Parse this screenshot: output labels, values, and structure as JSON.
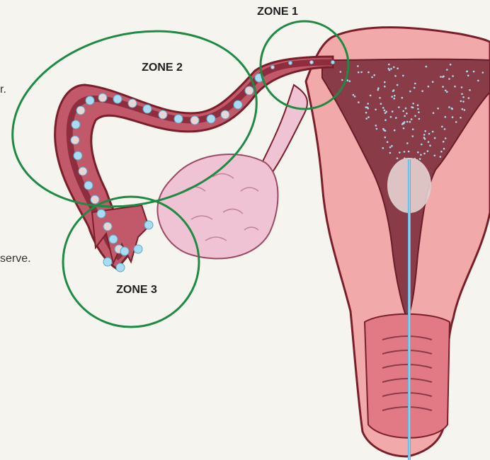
{
  "zones": [
    {
      "label": "ZONE 1",
      "description": ""
    },
    {
      "label": "ZONE 2",
      "description": ""
    },
    {
      "label": "ZONE 3",
      "description": ""
    }
  ],
  "text_fragments": [
    "r.",
    "serve."
  ],
  "colors": {
    "background": "#f5f4ef",
    "uterus_tissue": "#f1a9a9",
    "uterus_outline": "#7a1f2a",
    "uterine_cavity": "#8a3b48",
    "tube_outer": "#c2596b",
    "tube_inner": "#8e2d3e",
    "ovary": "#efc3d3",
    "zone_circle": "#1e8a43",
    "sperm_dot": "#a9dcf0",
    "catheter": "#5ab4e0"
  }
}
